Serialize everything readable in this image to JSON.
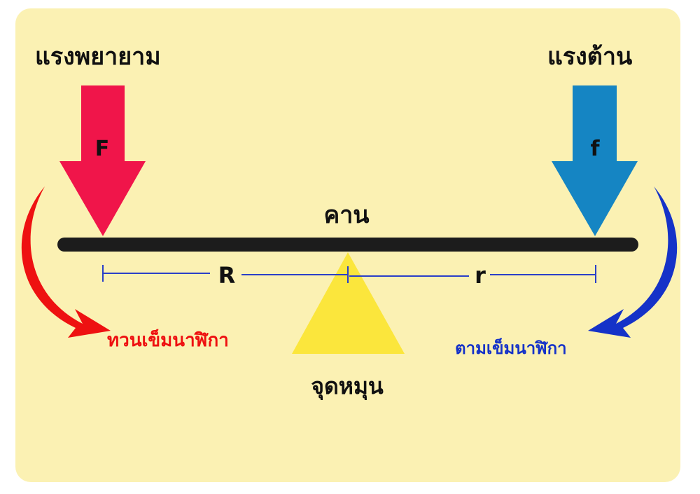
{
  "labels": {
    "effort_title": "แรงพยายาม",
    "resistance_title": "แรงต้าน",
    "effort_symbol": "F",
    "resistance_symbol": "f",
    "beam": "คาน",
    "effort_arm": "R",
    "resistance_arm": "r",
    "counterclockwise": "ทวนเข็มนาฬิกา",
    "clockwise": "ตามเข็มนาฬิกา",
    "fulcrum": "จุดหมุน"
  },
  "colors": {
    "background": "#fbf1b3",
    "effort_arrow": "#f0154a",
    "resistance_arrow": "#1585c3",
    "ccw_arrow": "#ee1111",
    "cw_arrow": "#1532c8",
    "beam": "#1c1c1c",
    "fulcrum": "#fbe63c",
    "dimension_line": "#2b3fc8",
    "ccw_text": "#ee1111",
    "cw_text": "#1532c8"
  }
}
